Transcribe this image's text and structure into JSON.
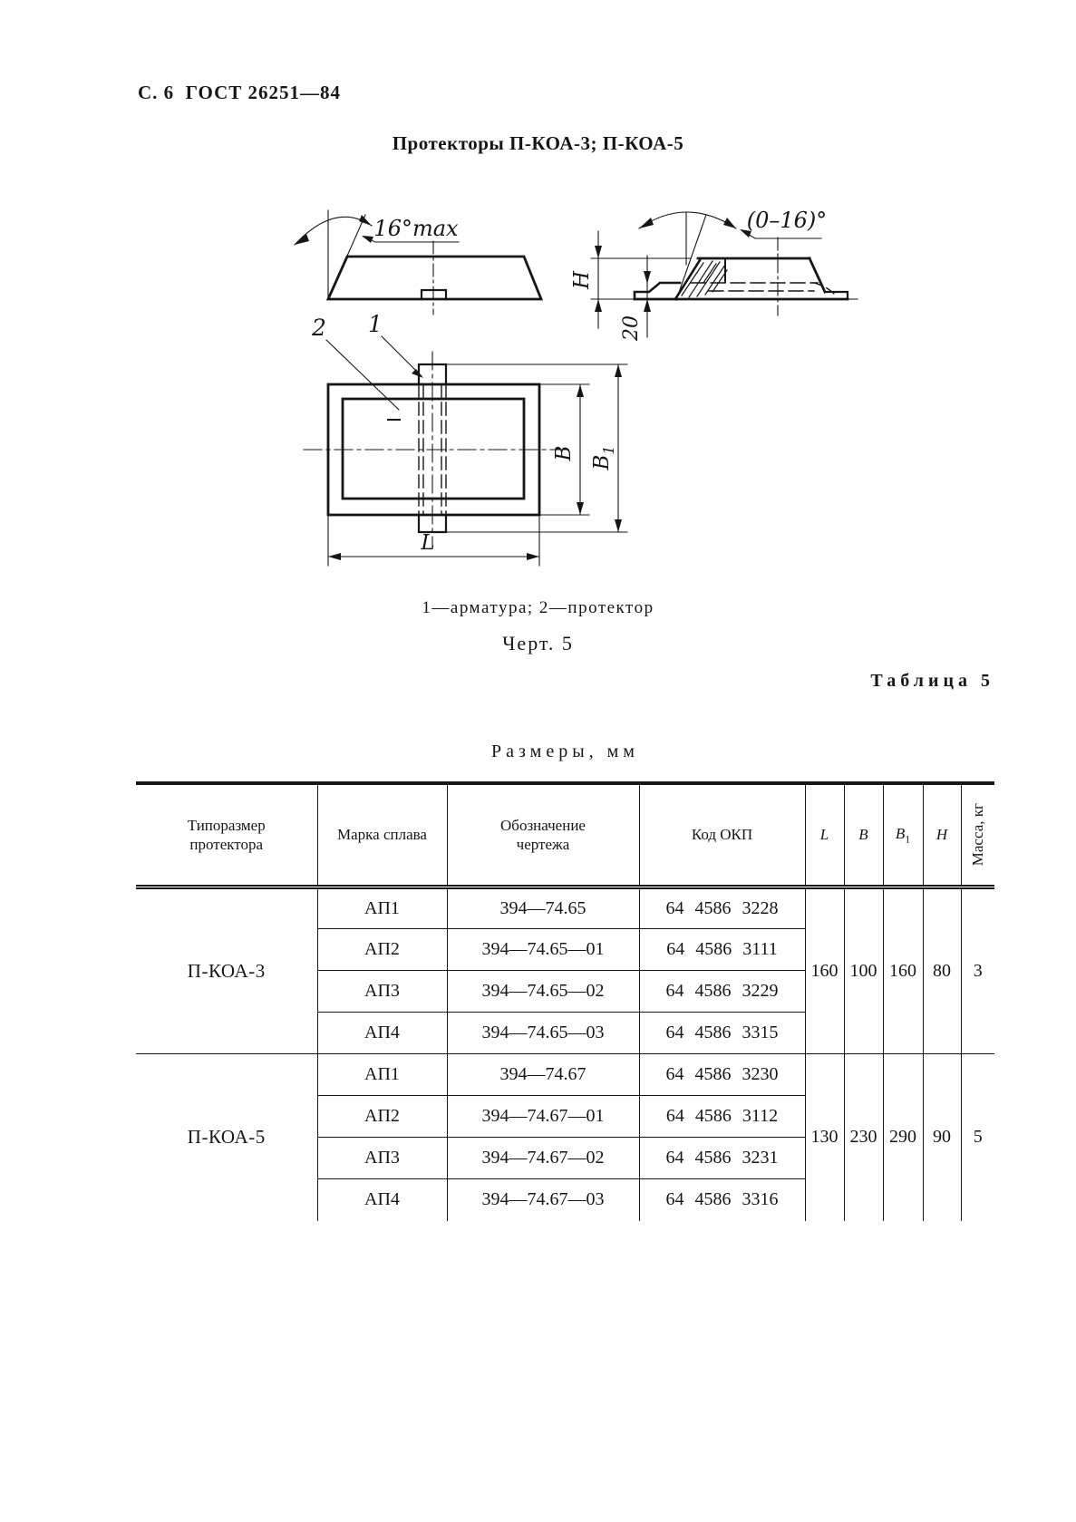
{
  "page": {
    "header_left": "С. 6  ГОСТ 26251—84",
    "doc_title": "Протекторы П-КОА-3; П-КОА-5"
  },
  "figure": {
    "angle_max_label": "16°max",
    "angle_range_label": "(0–16)°",
    "height_label": "H",
    "depth_label": "20",
    "part1_ref": "1",
    "part2_ref": "2",
    "width_label": "B",
    "width1_base": "B",
    "width1_sub": "1",
    "length_label": "L",
    "caption": "1—арматура;  2—протектор",
    "figure_no": "Черт. 5"
  },
  "table": {
    "label": "Таблица 5",
    "units": "Размеры, мм",
    "col_headers": {
      "type_l1": "Типоразмер",
      "type_l2": "протектора",
      "alloy": "Марка сплава",
      "drawing_l1": "Обозначение",
      "drawing_l2": "чертежа",
      "okp": "Код ОКП",
      "l": "L",
      "b": "B",
      "b1_base": "B",
      "b1_sub": "1",
      "h": "H",
      "mass": "Масса, кг"
    },
    "sections": [
      {
        "type": "П-КОА-3",
        "rows": [
          {
            "alloy": "АП1",
            "drawing": "394—74.65",
            "okp": "64 4586 3228"
          },
          {
            "alloy": "АП2",
            "drawing": "394—74.65—01",
            "okp": "64 4586 3111"
          },
          {
            "alloy": "АП3",
            "drawing": "394—74.65—02",
            "okp": "64 4586 3229"
          },
          {
            "alloy": "АП4",
            "drawing": "394—74.65—03",
            "okp": "64 4586 3315"
          }
        ],
        "l": "160",
        "b": "100",
        "b1": "160",
        "h": "80",
        "mass": "3"
      },
      {
        "type": "П-КОА-5",
        "rows": [
          {
            "alloy": "АП1",
            "drawing": "394—74.67",
            "okp": "64 4586 3230"
          },
          {
            "alloy": "АП2",
            "drawing": "394—74.67—01",
            "okp": "64 4586 3112"
          },
          {
            "alloy": "АП3",
            "drawing": "394—74.67—02",
            "okp": "64 4586 3231"
          },
          {
            "alloy": "АП4",
            "drawing": "394—74.67—03",
            "okp": "64 4586 3316"
          }
        ],
        "l": "130",
        "b": "230",
        "b1": "290",
        "h": "90",
        "mass": "5"
      }
    ]
  }
}
